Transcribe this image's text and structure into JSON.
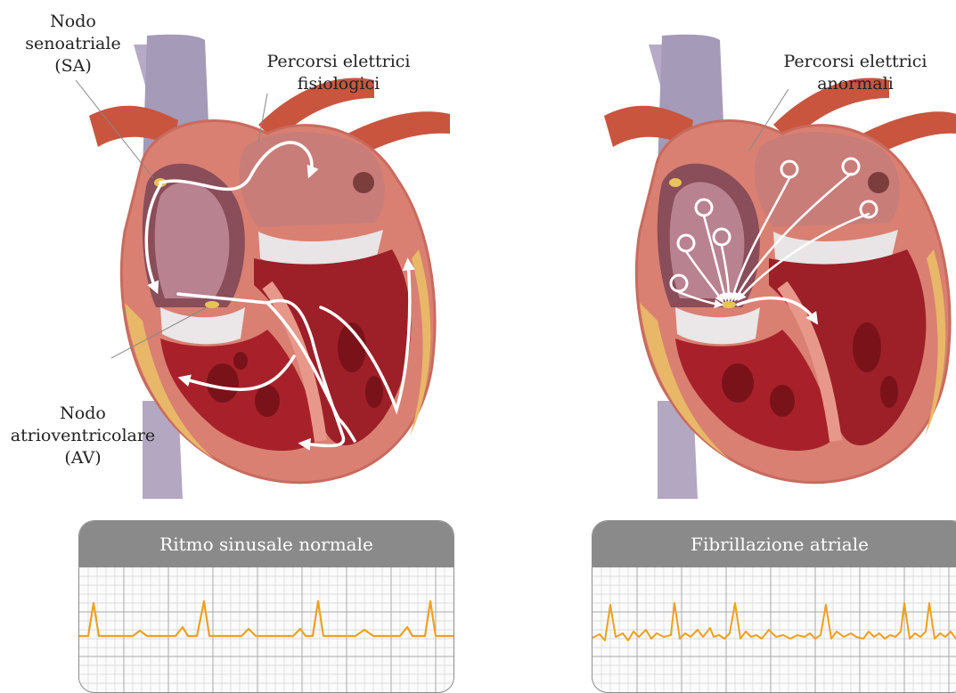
{
  "labels": {
    "sa_node": [
      "Nodo",
      "senoatriale",
      "(SA)"
    ],
    "normal_pathways": [
      "Percorsi elettrici",
      "fisiologici"
    ],
    "av_node": [
      "Nodo",
      "atrioventricolare",
      "(AV)"
    ],
    "abnormal_pathways": [
      "Percorsi elettrici",
      "anormali"
    ]
  },
  "panels": {
    "left_title": "Ritmo sinusale normale",
    "right_title": "Fibrillazione atriale"
  },
  "colors": {
    "ecg_trace": "#f0a020",
    "panel_header": "#8a8a8a",
    "grid": "#c8c8c8",
    "myocardium": "#e89a8c",
    "muscle_dark": "#a8212a",
    "vein": "#a59ab8",
    "artery": "#c9553f"
  }
}
